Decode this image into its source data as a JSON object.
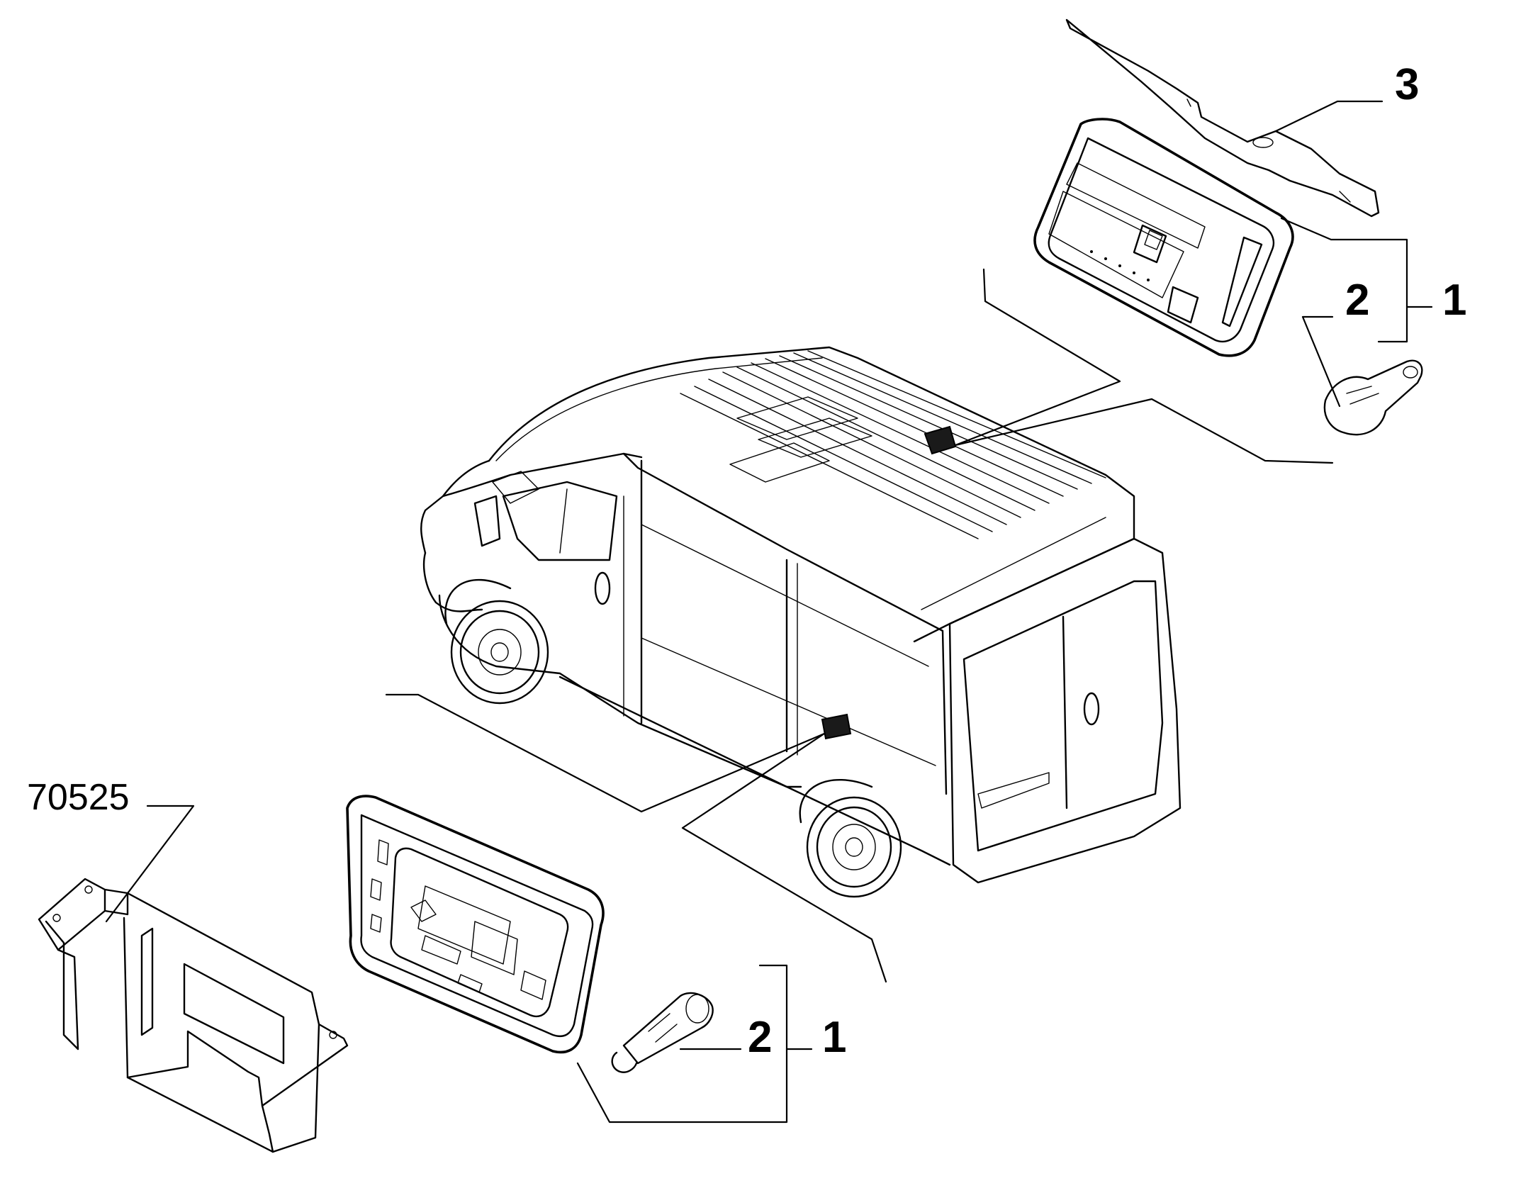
{
  "diagram": {
    "catalog_ref": "70525",
    "callouts": {
      "rear_item_3": "3",
      "rear_item_2": "2",
      "rear_item_1": "1",
      "front_item_2": "2",
      "front_item_1": "1"
    }
  },
  "colors": {
    "ink": "#000000",
    "background": "#ffffff"
  }
}
